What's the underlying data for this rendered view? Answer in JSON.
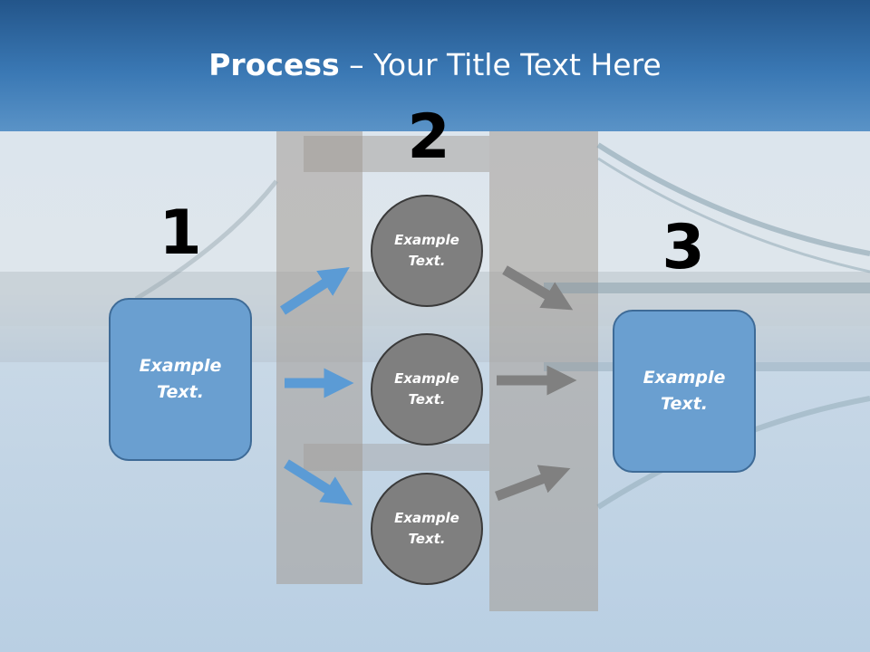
{
  "slide": {
    "title_bold": "Process",
    "title_rest": " – Your Title Text Here"
  },
  "steps": {
    "one": "1",
    "two": "2",
    "three": "3"
  },
  "boxes": {
    "left": [
      "Example",
      "Text."
    ],
    "right": [
      "Example",
      "Text."
    ]
  },
  "circles": [
    [
      "Example",
      "Text."
    ],
    [
      "Example",
      "Text."
    ],
    [
      "Example",
      "Text."
    ]
  ],
  "colors": {
    "header": "#3a78b4",
    "box_fill": "#6a9fd0",
    "circle_fill": "#7f7f7f",
    "arrow_blue": "#5b9bd5",
    "arrow_gray": "#808080"
  }
}
